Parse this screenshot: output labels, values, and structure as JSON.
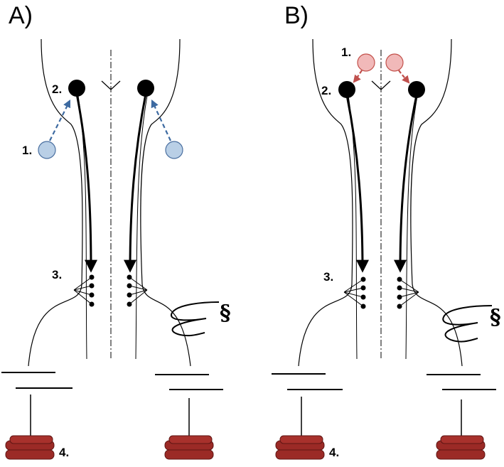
{
  "panels": [
    {
      "title": "A)",
      "labels": {
        "source": "1.",
        "neuron": "2.",
        "synapse": "3.",
        "muscle": "4."
      },
      "source_color": {
        "fill": "#b9cfe6",
        "stroke": "#4a6fa0",
        "arrow": "#3d6aa1"
      }
    },
    {
      "title": "B)",
      "labels": {
        "source": "1.",
        "neuron": "2.",
        "synapse": "3.",
        "muscle": "4."
      },
      "source_color": {
        "fill": "#f1b9b9",
        "stroke": "#c2504a",
        "arrow": "#c0504d"
      }
    }
  ],
  "symbol": "§",
  "colors": {
    "muscle": "#9b2a26",
    "muscle_outline": "#5e1513",
    "line": "#000000"
  }
}
